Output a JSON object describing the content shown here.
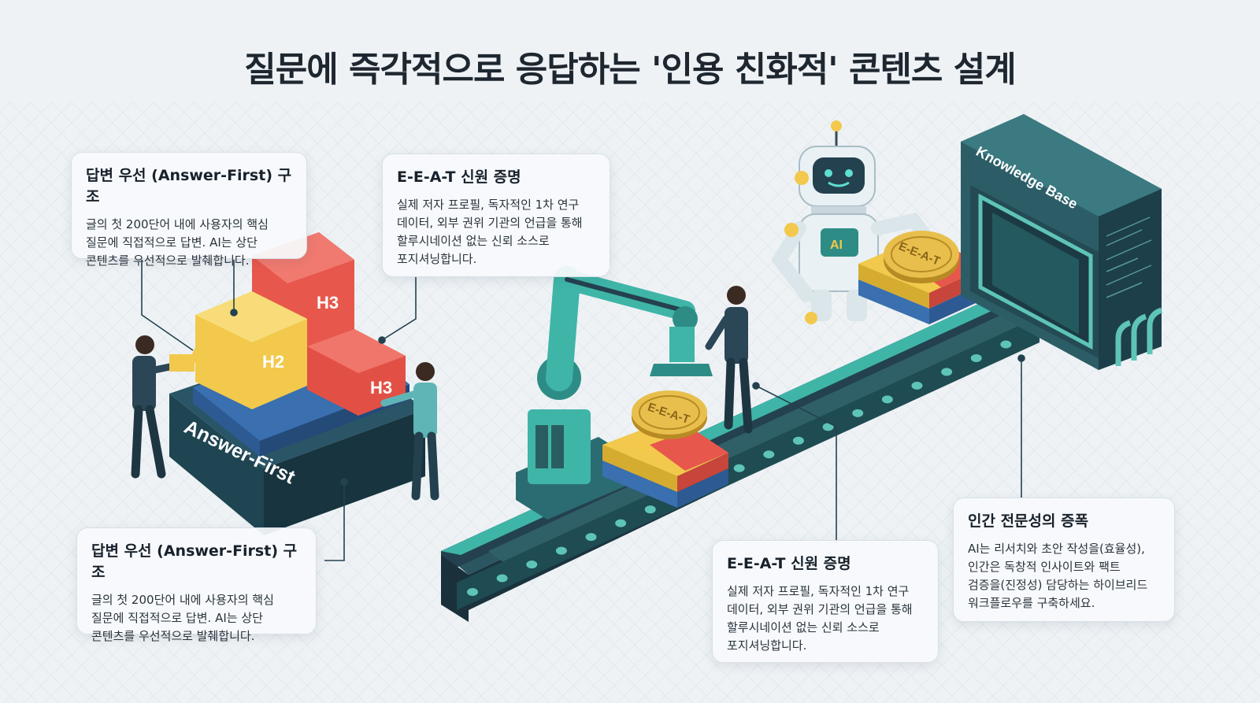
{
  "title": "질문에 즉각적으로 응답하는 '인용 친화적' 콘텐츠 설계",
  "cards": [
    {
      "heading": "답변 우선 (Answer-First) 구조",
      "body": "글의 첫 200단어 내에 사용자의 핵심\n질문에 직접적으로 답변. AI는 상단\n콘텐츠를 우선적으로 발췌합니다."
    },
    {
      "heading": "E-E-A-T 신원 증명",
      "body": "실제 저자 프로필, 독자적인 1차 연구\n데이터, 외부 권위 기관의 언급을 통해\n할루시네이션 없는 신뢰 소스로\n포지셔닝합니다."
    },
    {
      "heading": "답변 우선 (Answer-First) 구조",
      "body": "글의 첫 200단어 내에 사용자의 핵심\n질문에 직접적으로 답변. AI는 상단\n콘텐츠를 우선적으로 발췌합니다."
    },
    {
      "heading": "E-E-A-T 신원 증명",
      "body": "실제 저자 프로필, 독자적인 1차 연구\n데이터, 외부 권위 기관의 언급을 통해\n할루시네이션 없는 신뢰 소스로\n포지셔닝합니다."
    },
    {
      "heading": "인간 전문성의 증폭",
      "body": "AI는 리서치와 초안 작성을(효율성),\n인간은 독창적 인사이트와 팩트\n검증을(진정성) 담당하는 하이브리드\n워크플로우를 구축하세요."
    }
  ],
  "labels": {
    "answer_first": "Answer-First",
    "knowledge_base": "Knowledge Base",
    "h2": "H2",
    "h3": "H3",
    "coin": "E-E-A-T",
    "ai_badge": "AI"
  },
  "colors": {
    "teal": "#3fb5a8",
    "dark_teal": "#1f4f5c",
    "navy": "#24414f",
    "yellow": "#f2c94c",
    "red": "#e8574c",
    "blue": "#3a6fb0",
    "gold": "#d9a93a"
  }
}
